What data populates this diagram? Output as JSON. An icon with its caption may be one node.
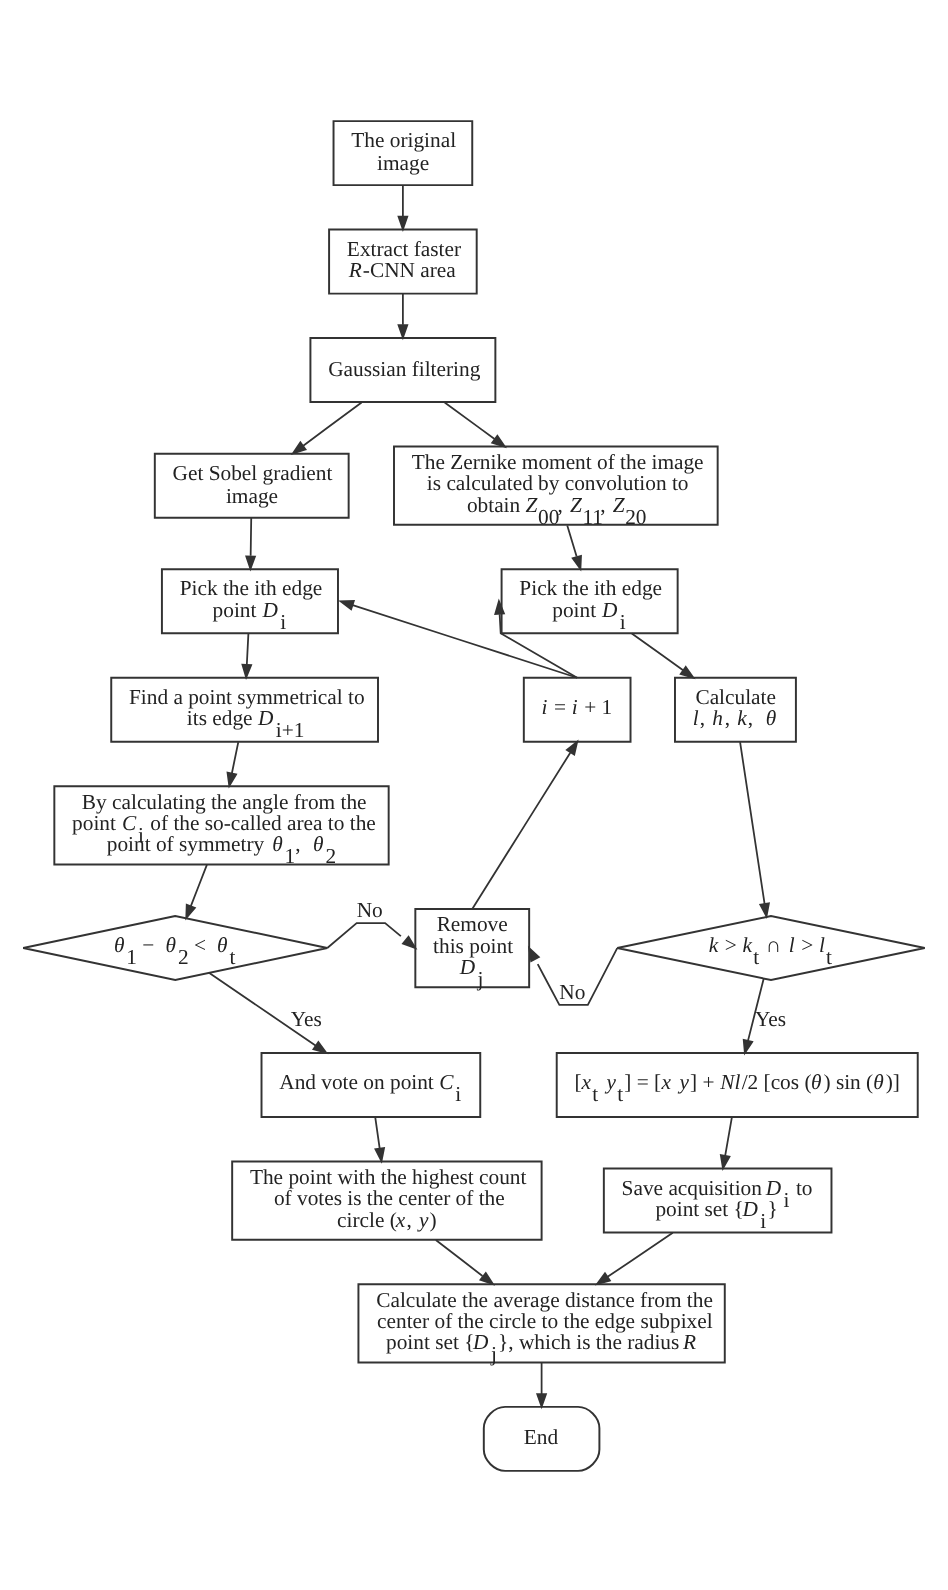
{
  "diagram": {
    "nodes": [
      {
        "text": [
          "The original image"
        ]
      },
      {
        "text": [
          "Extract faster *R*-CNN area"
        ]
      },
      {
        "text": [
          "Gaussian filtering"
        ]
      },
      {
        "text": [
          "Get Sobel gradient image"
        ]
      },
      {
        "text": [
          "The Zernike moment of the image is calculated by convolution to obtain *Z*$_{00}$, *Z*$_{11}$, *Z*$_{20}$"
        ]
      },
      {
        "text": [
          "Pick the ith edge point *D*$_{i}$"
        ]
      },
      {
        "text": [
          "Pick the ith edge point *D*$_{i}$"
        ]
      },
      {
        "text": [
          "Find a point symmetrical to its edge *D*$_{i+1}$"
        ]
      },
      {
        "text": [
          "*i* = *i* + 1"
        ]
      },
      {
        "text": [
          "Calculate *l*, *h*, *k*, *θ*"
        ]
      },
      {
        "text": [
          "By calculating the angle from the point *C*$_{i}$ of the so-called area to the point of symmetry *θ*$_{1}$, *θ*$_{2}$"
        ]
      },
      {
        "text": [
          "*θ*$_{1}$ − *θ*$_{2}$ < *θ*$_{t}$"
        ]
      },
      {
        "text": [
          "Remove this point *D*$_{j}$"
        ]
      },
      {
        "text": [
          "*k* > *k*$_{t}$ ∩ *l* > *l*$_{t}$"
        ]
      },
      {
        "text": [
          "And vote on point *C*$_{i}$"
        ]
      },
      {
        "text": [
          "[*x*$_{t}$ *y*$_{t}$] = [*x* *y*] + *Nl*/2 [cos (*θ*) sin (*θ*)]"
        ]
      },
      {
        "text": [
          "The point with the highest count of votes is the center of the circle (*x*, *y*)"
        ]
      },
      {
        "text": [
          "Save acquisition *D*$_{i}$ to point set {*D*$_{i}$}"
        ]
      },
      {
        "text": [
          "Calculate the average distance from the center of the circle to the edge subpixel point set {*D*$_{j}$}, which is the radius *R*"
        ]
      },
      {
        "text": [
          "End"
        ]
      }
    ],
    "edges": [
      {
        "from": 0,
        "to": 1,
        "arrow": "to"
      },
      {
        "from": 1,
        "to": 2,
        "arrow": "to"
      },
      {
        "from": 2,
        "to": 3,
        "arrow": "to"
      },
      {
        "from": 2,
        "to": 4,
        "arrow": "to"
      },
      {
        "from": 3,
        "to": 5,
        "arrow": "to"
      },
      {
        "from": 4,
        "to": 6,
        "arrow": "to"
      },
      {
        "from": 5,
        "to": 7,
        "arrow": "to"
      },
      {
        "from": 6,
        "to": 9,
        "arrow": "to"
      },
      {
        "from": 7,
        "to": 10,
        "arrow": "to"
      },
      {
        "from": 8,
        "to": 5,
        "arrow": "to"
      },
      {
        "from": 8,
        "to": 6,
        "arrow": "to"
      },
      {
        "from": 9,
        "to": 13,
        "arrow": "to"
      },
      {
        "from": 10,
        "to": 11,
        "arrow": "to"
      },
      {
        "from": 11,
        "to": 12,
        "arrow": "to",
        "label": "No"
      },
      {
        "from": 13,
        "to": 12,
        "arrow": "to",
        "label": "No"
      },
      {
        "from": 12,
        "to": 8,
        "arrow": "to"
      },
      {
        "from": 11,
        "to": 14,
        "arrow": "to",
        "label": "Yes"
      },
      {
        "from": 13,
        "to": 15,
        "arrow": "to",
        "label": "Yes"
      },
      {
        "from": 14,
        "to": 16,
        "arrow": "to"
      },
      {
        "from": 15,
        "to": 17,
        "arrow": "to"
      },
      {
        "from": 16,
        "to": 18,
        "arrow": "to"
      },
      {
        "from": 17,
        "to": 18,
        "arrow": "to"
      },
      {
        "from": 18,
        "to": 19,
        "arrow": "to"
      }
    ]
  }
}
